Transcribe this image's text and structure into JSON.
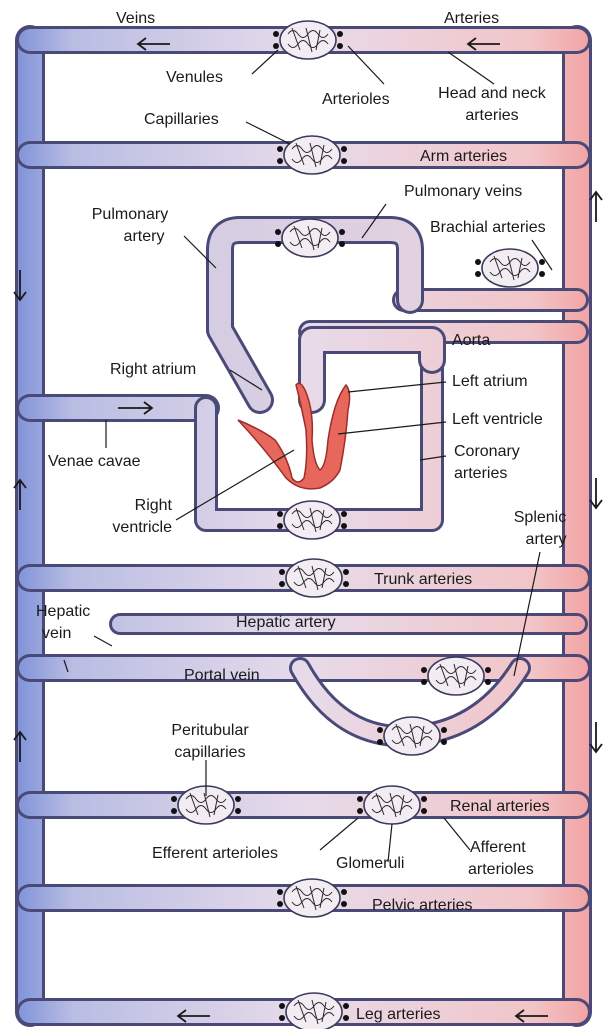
{
  "colors": {
    "vein_blue": "#6f86d6",
    "artery_red": "#f29a9a",
    "vessel_fill": "#e8dceb",
    "heart_red": "#e8675c",
    "outline": "#4a4a78"
  },
  "labels": {
    "veins": "Veins",
    "arteries": "Arteries",
    "venules": "Venules",
    "arterioles": "Arterioles",
    "head_neck_1": "Head and neck",
    "head_neck_2": "arteries",
    "capillaries": "Capillaries",
    "arm_arteries": "Arm arteries",
    "pulmonary_veins": "Pulmonary veins",
    "pulmonary_artery_1": "Pulmonary",
    "pulmonary_artery_2": "artery",
    "brachial_arteries": "Brachial arteries",
    "aorta": "Aorta",
    "right_atrium": "Right atrium",
    "left_atrium": "Left atrium",
    "left_ventricle": "Left ventricle",
    "venae_cavae": "Venae cavae",
    "coronary_1": "Coronary",
    "coronary_2": "arteries",
    "right_ventricle_1": "Right",
    "right_ventricle_2": "ventricle",
    "splenic_1": "Splenic",
    "splenic_2": "artery",
    "trunk_arteries": "Trunk arteries",
    "hepatic_vein_1": "Hepatic",
    "hepatic_vein_2": "vein",
    "hepatic_artery": "Hepatic artery",
    "portal_vein": "Portal vein",
    "peritubular_1": "Peritubular",
    "peritubular_2": "capillaries",
    "renal_arteries": "Renal arteries",
    "efferent_arterioles": "Efferent arterioles",
    "glomeruli": "Glomeruli",
    "afferent_1": "Afferent",
    "afferent_2": "arterioles",
    "pelvic_arteries": "Pelvic arteries",
    "leg_arteries": "Leg arteries"
  }
}
